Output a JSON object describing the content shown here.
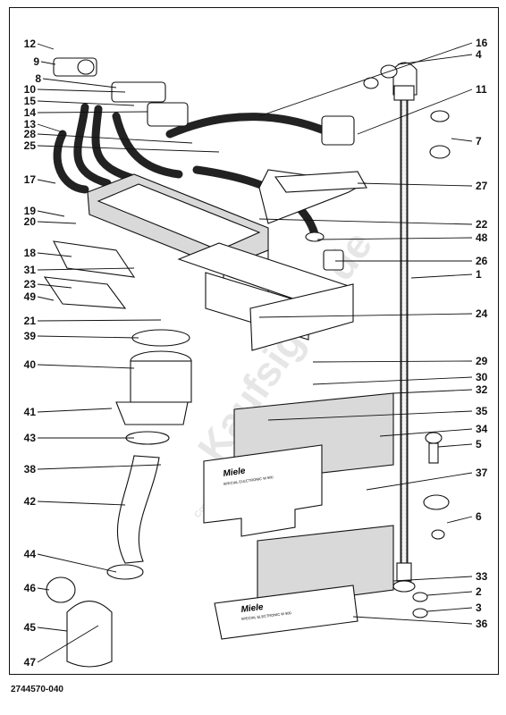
{
  "drawing_code": "2744570-040",
  "watermark": "Kaufsignal.de",
  "watermark_small": "Copyright",
  "brand_logo": "Miele",
  "brand_sub": "SPECIAL ELECTRONIC W 900",
  "parts": [
    {
      "id": "p12",
      "n": "12"
    },
    {
      "id": "p9",
      "n": "9"
    },
    {
      "id": "p8",
      "n": "8"
    },
    {
      "id": "p10",
      "n": "10"
    },
    {
      "id": "p15",
      "n": "15"
    },
    {
      "id": "p14",
      "n": "14"
    },
    {
      "id": "p13",
      "n": "13"
    },
    {
      "id": "p28",
      "n": "28"
    },
    {
      "id": "p25",
      "n": "25"
    },
    {
      "id": "p17",
      "n": "17"
    },
    {
      "id": "p19",
      "n": "19"
    },
    {
      "id": "p20",
      "n": "20"
    },
    {
      "id": "p18",
      "n": "18"
    },
    {
      "id": "p31",
      "n": "31"
    },
    {
      "id": "p23",
      "n": "23"
    },
    {
      "id": "p49",
      "n": "49"
    },
    {
      "id": "p21",
      "n": "21"
    },
    {
      "id": "p39",
      "n": "39"
    },
    {
      "id": "p40",
      "n": "40"
    },
    {
      "id": "p41",
      "n": "41"
    },
    {
      "id": "p43",
      "n": "43"
    },
    {
      "id": "p38",
      "n": "38"
    },
    {
      "id": "p42",
      "n": "42"
    },
    {
      "id": "p44",
      "n": "44"
    },
    {
      "id": "p46",
      "n": "46"
    },
    {
      "id": "p45",
      "n": "45"
    },
    {
      "id": "p47",
      "n": "47"
    },
    {
      "id": "p16",
      "n": "16"
    },
    {
      "id": "p4",
      "n": "4"
    },
    {
      "id": "p11",
      "n": "11"
    },
    {
      "id": "p7",
      "n": "7"
    },
    {
      "id": "p27",
      "n": "27"
    },
    {
      "id": "p22",
      "n": "22"
    },
    {
      "id": "p48",
      "n": "48"
    },
    {
      "id": "p26",
      "n": "26"
    },
    {
      "id": "p1",
      "n": "1"
    },
    {
      "id": "p24",
      "n": "24"
    },
    {
      "id": "p29",
      "n": "29"
    },
    {
      "id": "p30",
      "n": "30"
    },
    {
      "id": "p32",
      "n": "32"
    },
    {
      "id": "p35",
      "n": "35"
    },
    {
      "id": "p34",
      "n": "34"
    },
    {
      "id": "p5",
      "n": "5"
    },
    {
      "id": "p37",
      "n": "37"
    },
    {
      "id": "p6",
      "n": "6"
    },
    {
      "id": "p33",
      "n": "33"
    },
    {
      "id": "p2",
      "n": "2"
    },
    {
      "id": "p3",
      "n": "3"
    },
    {
      "id": "p36",
      "n": "36"
    }
  ]
}
